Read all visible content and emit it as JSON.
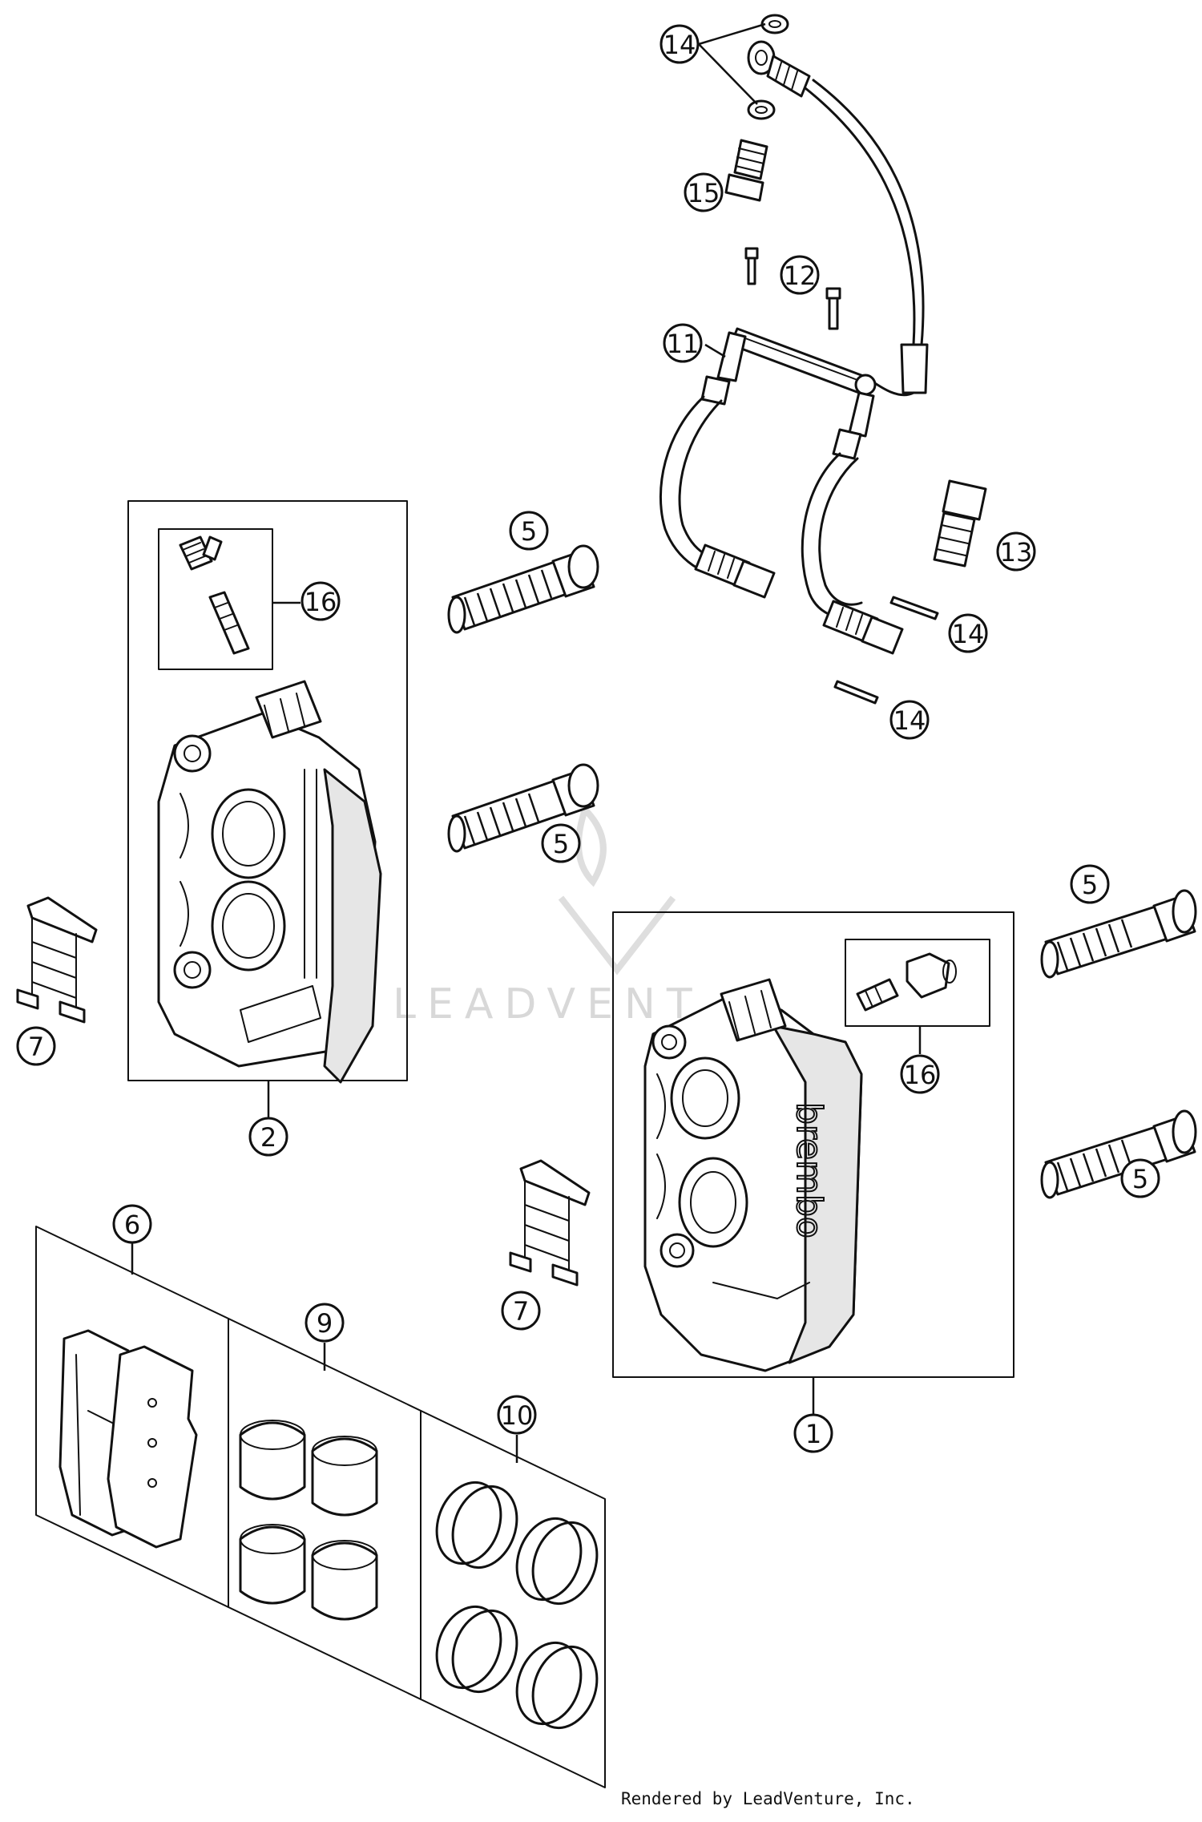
{
  "credit": "Rendered by LeadVenture, Inc.",
  "watermark": "LEADVENT",
  "caliper_brand": "brembo",
  "callouts": [
    "14",
    "15",
    "12",
    "11",
    "13",
    "14",
    "14",
    "16",
    "5",
    "5",
    "5",
    "5",
    "7",
    "2",
    "16",
    "7",
    "1",
    "6",
    "9",
    "10"
  ]
}
